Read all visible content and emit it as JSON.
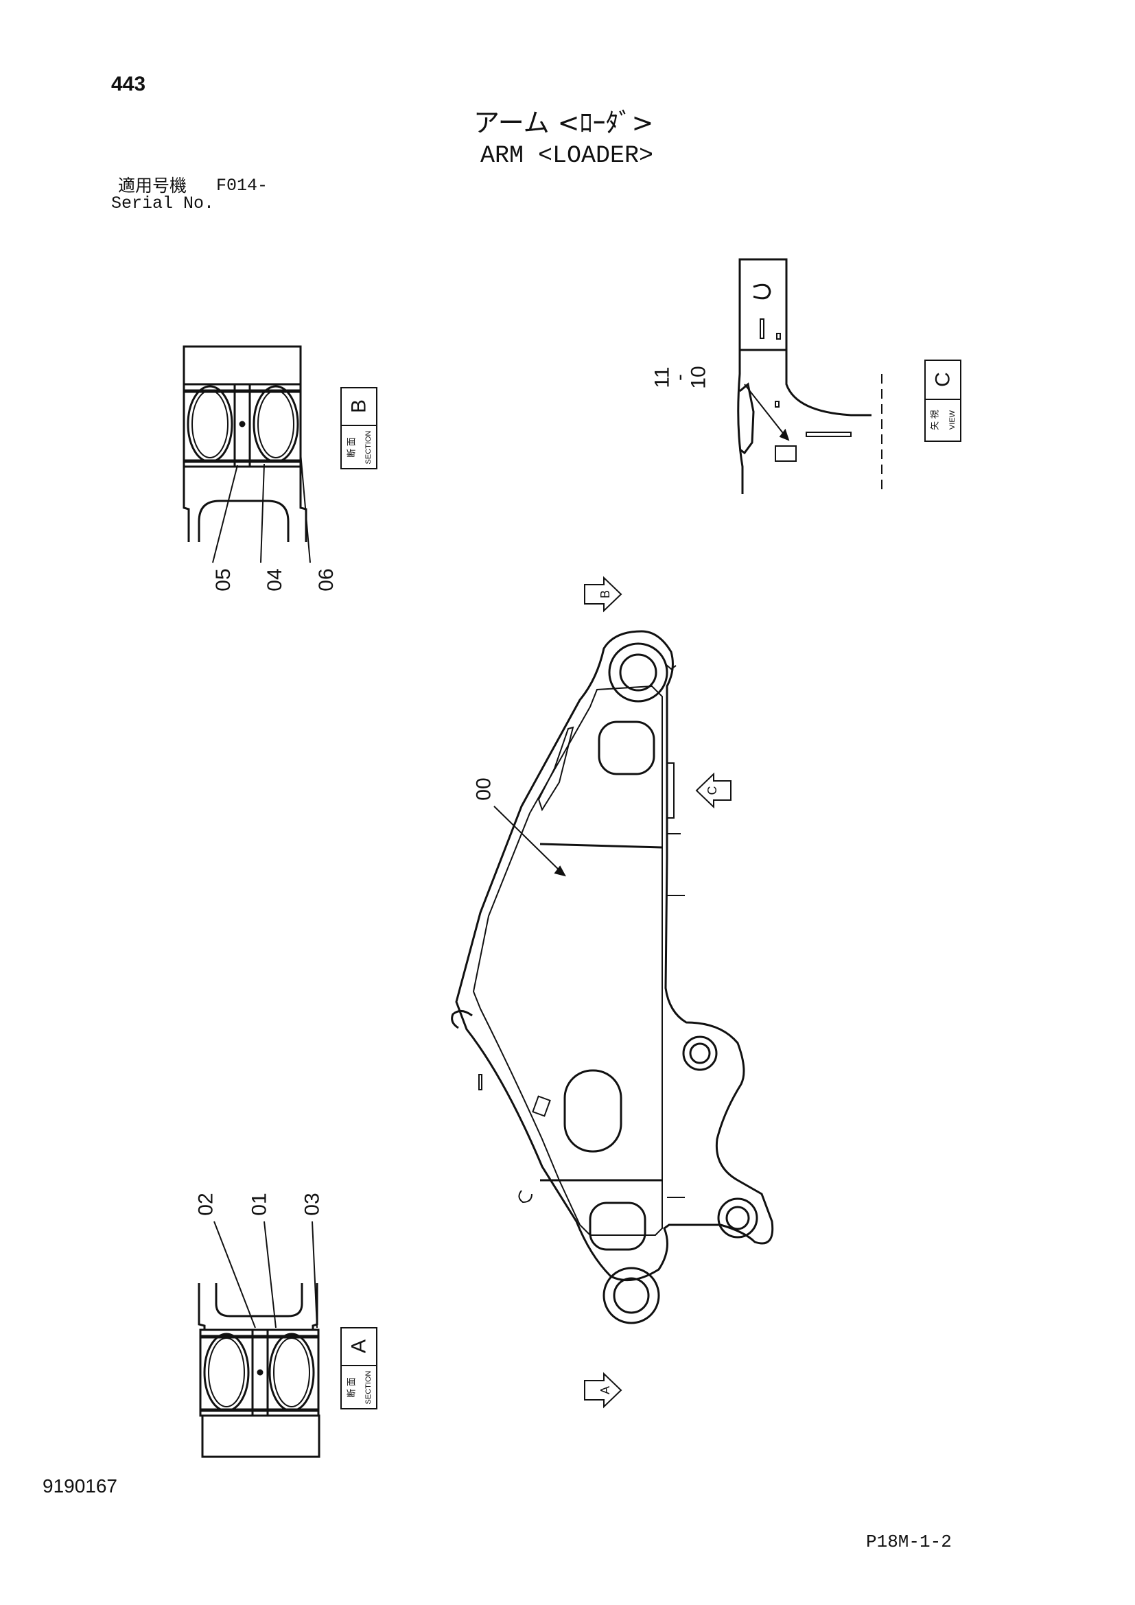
{
  "header": {
    "page_number": "443",
    "title_jp": "アーム <ﾛｰﾀﾞ>",
    "title_en": "ARM <LOADER>",
    "serial_label_jp": "適用号機",
    "serial_value": "F014-",
    "serial_label_en": "Serial No."
  },
  "callouts": {
    "c00": "00",
    "c01": "01",
    "c02": "02",
    "c03": "03",
    "c04": "04",
    "c05": "05",
    "c06": "06",
    "c10": "10",
    "c11": "11",
    "dash": "-"
  },
  "views": {
    "section_jp": "断 面",
    "section_en": "SECTION",
    "view_jp": "矢 視",
    "view_en": "VIEW",
    "letter_a": "A",
    "letter_b": "B",
    "letter_c": "C"
  },
  "arrows": {
    "a": "A",
    "b": "B",
    "c": "C"
  },
  "footer": {
    "doc_number": "9190167",
    "sheet_code": "P18M-1-2"
  }
}
